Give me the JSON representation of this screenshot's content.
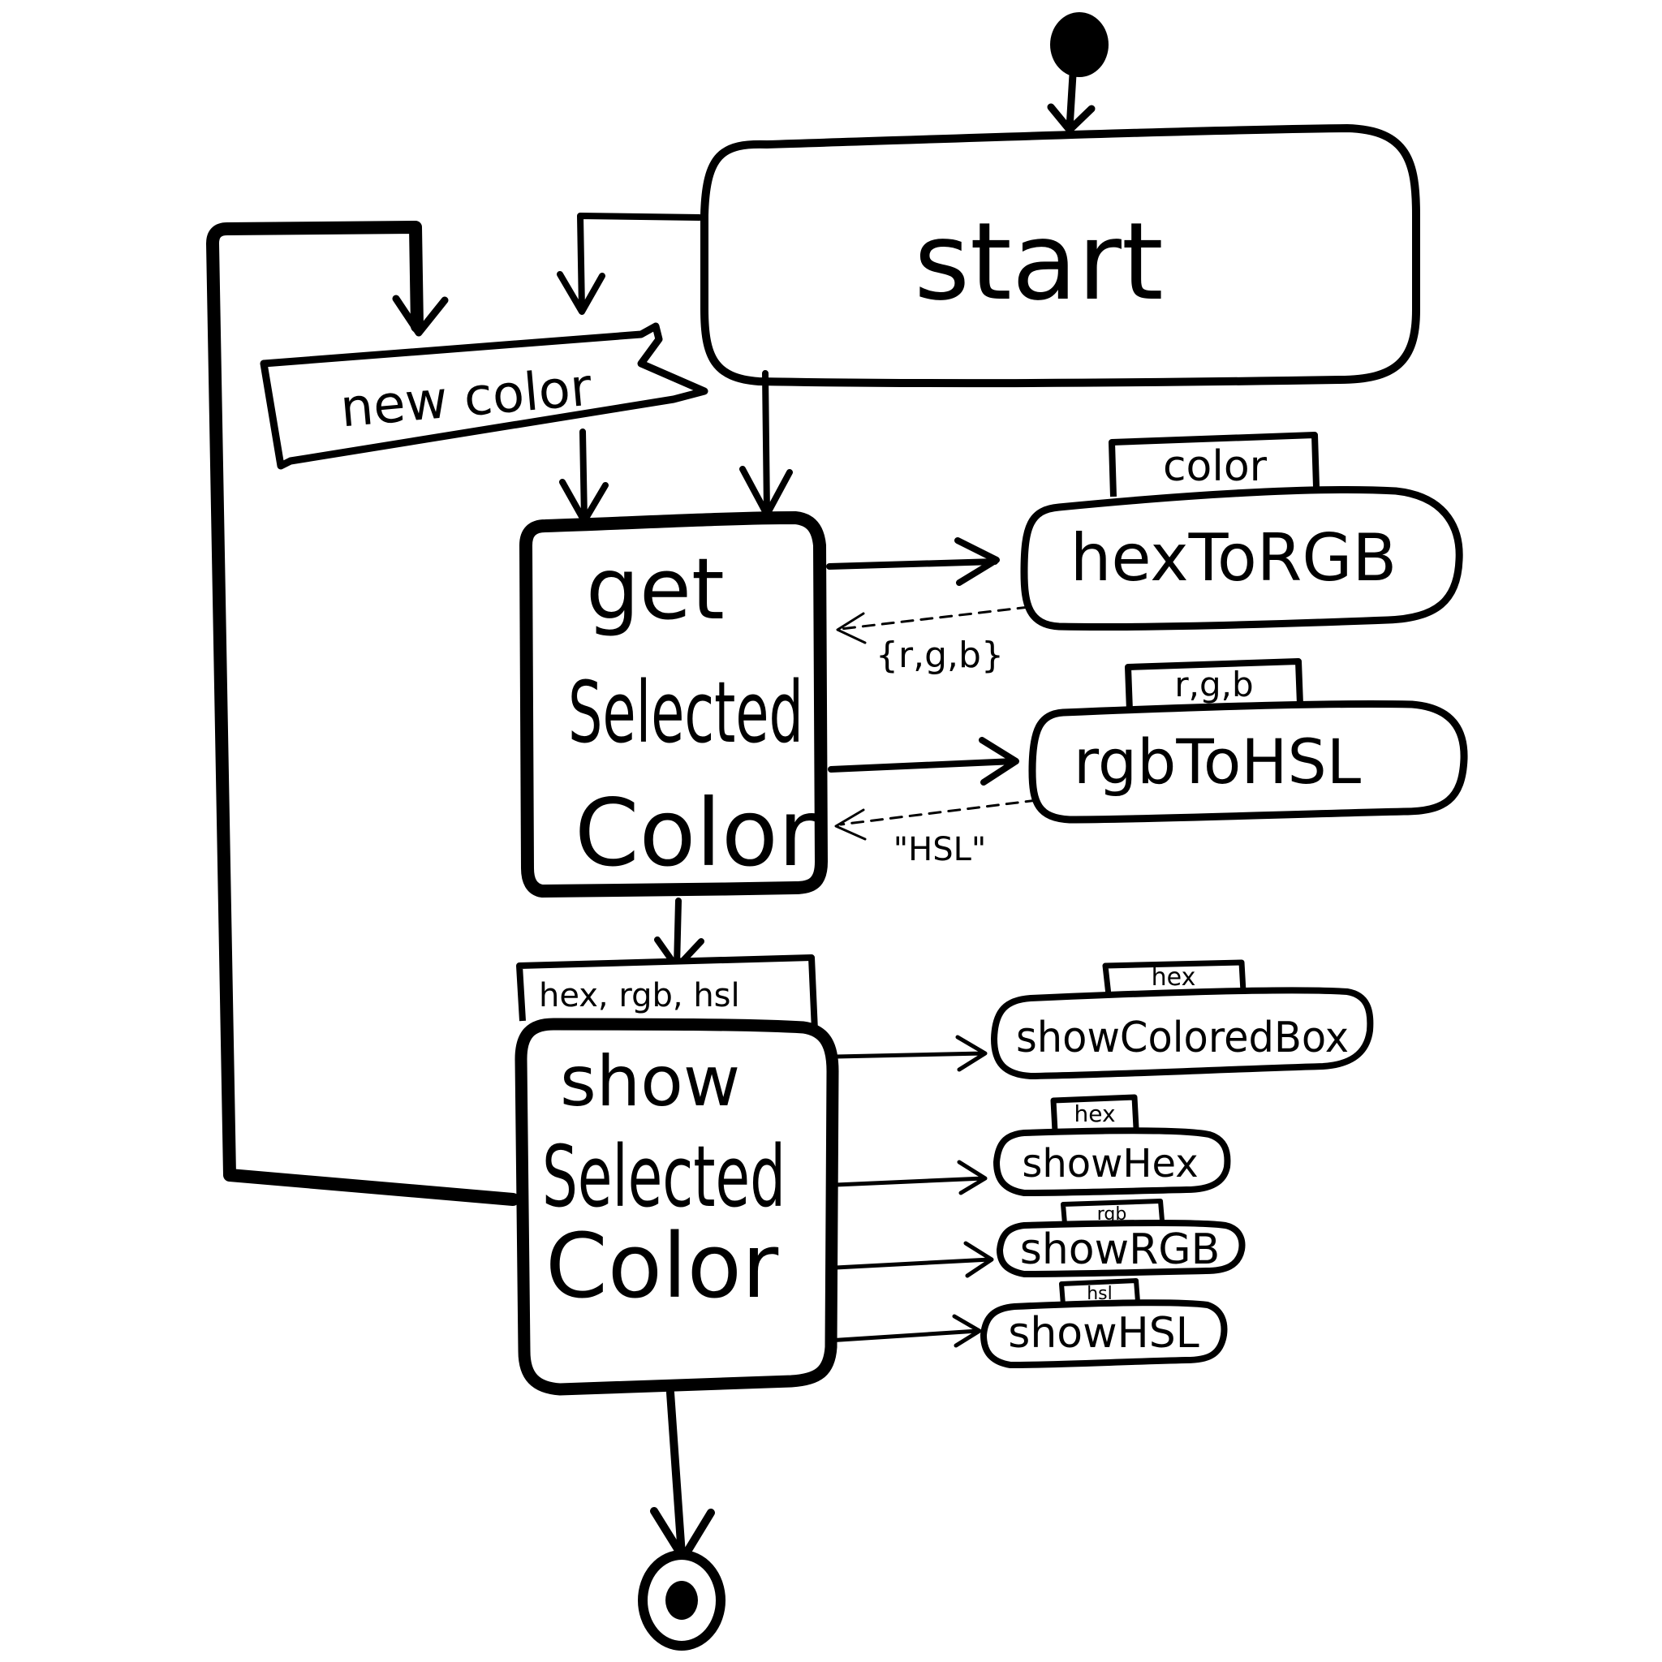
{
  "colors": {
    "ink": "#000000",
    "paper": "#ffffff"
  },
  "nodes": {
    "start": "start",
    "new_color": "new color",
    "get_selected_color": [
      "get",
      "Selected",
      "Color"
    ],
    "show_selected_color": [
      "show",
      "Selected",
      "Color"
    ],
    "hex_to_rgb": "hexToRGB",
    "hex_to_rgb_param": "color",
    "rgb_to_hsl": "rgbToHSL",
    "rgb_to_hsl_param": "r,g,b",
    "show_colored_box": "showColoredBox",
    "show_colored_box_param": "hex",
    "show_hex": "showHex",
    "show_hex_param": "hex",
    "show_rgb": "showRGB",
    "show_rgb_param": "rgb",
    "show_hsl": "showHSL",
    "show_hsl_param": "hsl",
    "show_selected_color_param": "hex, rgb, hsl"
  },
  "returns": {
    "hex_to_rgb": "{r,g,b}",
    "rgb_to_hsl": "\"HSL\""
  }
}
